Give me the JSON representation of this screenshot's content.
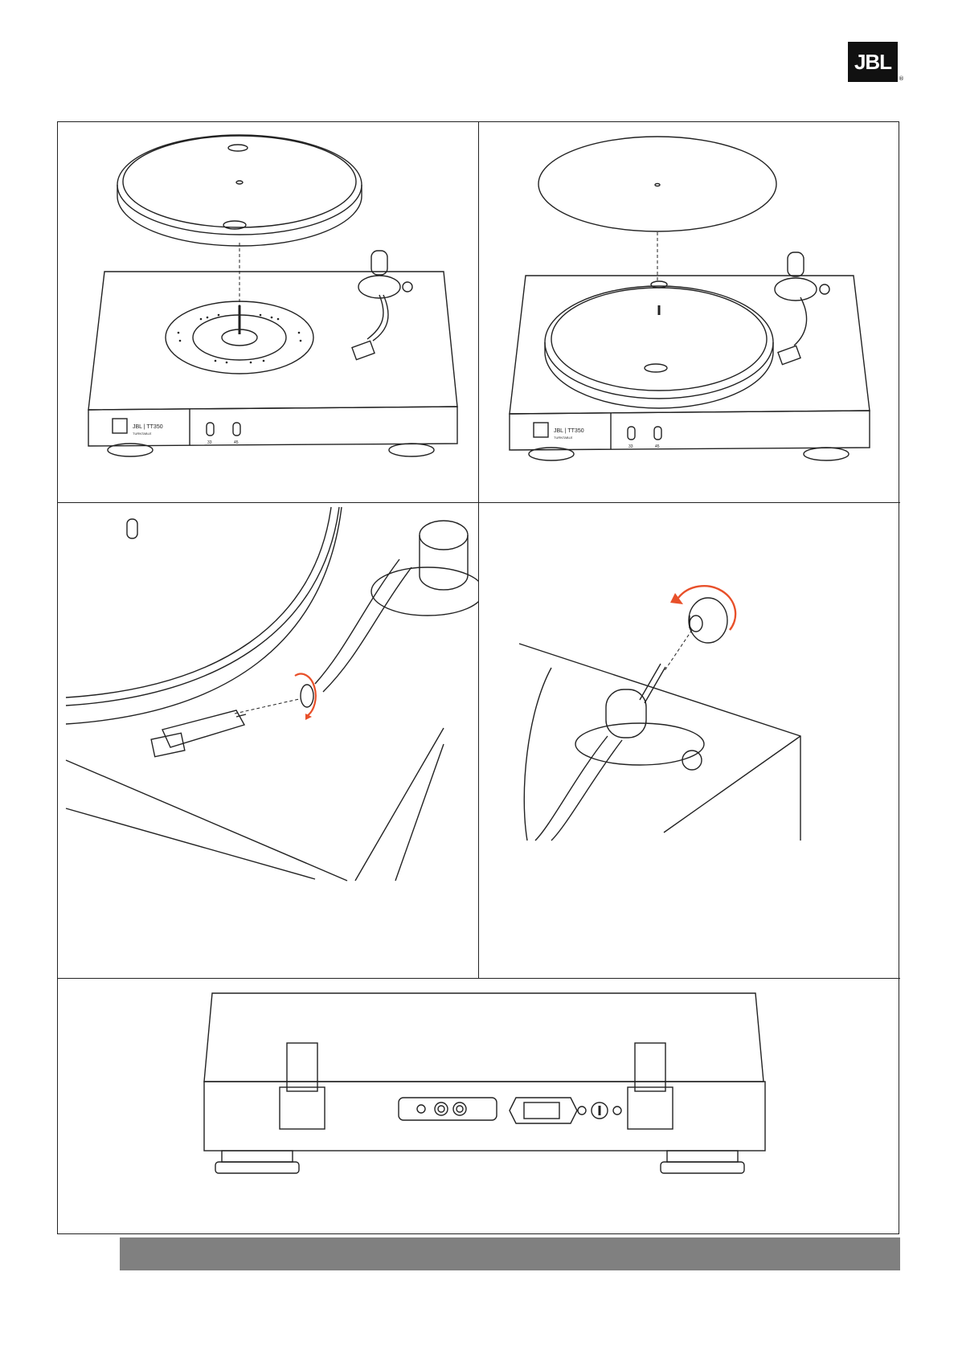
{
  "brand": {
    "logo_text": "JBL",
    "registered_mark": "®"
  },
  "turntable": {
    "badge": "JBL | TT350",
    "sub": "TURNTABLE",
    "speed_33": "33",
    "speed_45": "45"
  },
  "colors": {
    "line": "#222222",
    "accent_arrow": "#e8502a",
    "footer_bar": "#808080"
  }
}
